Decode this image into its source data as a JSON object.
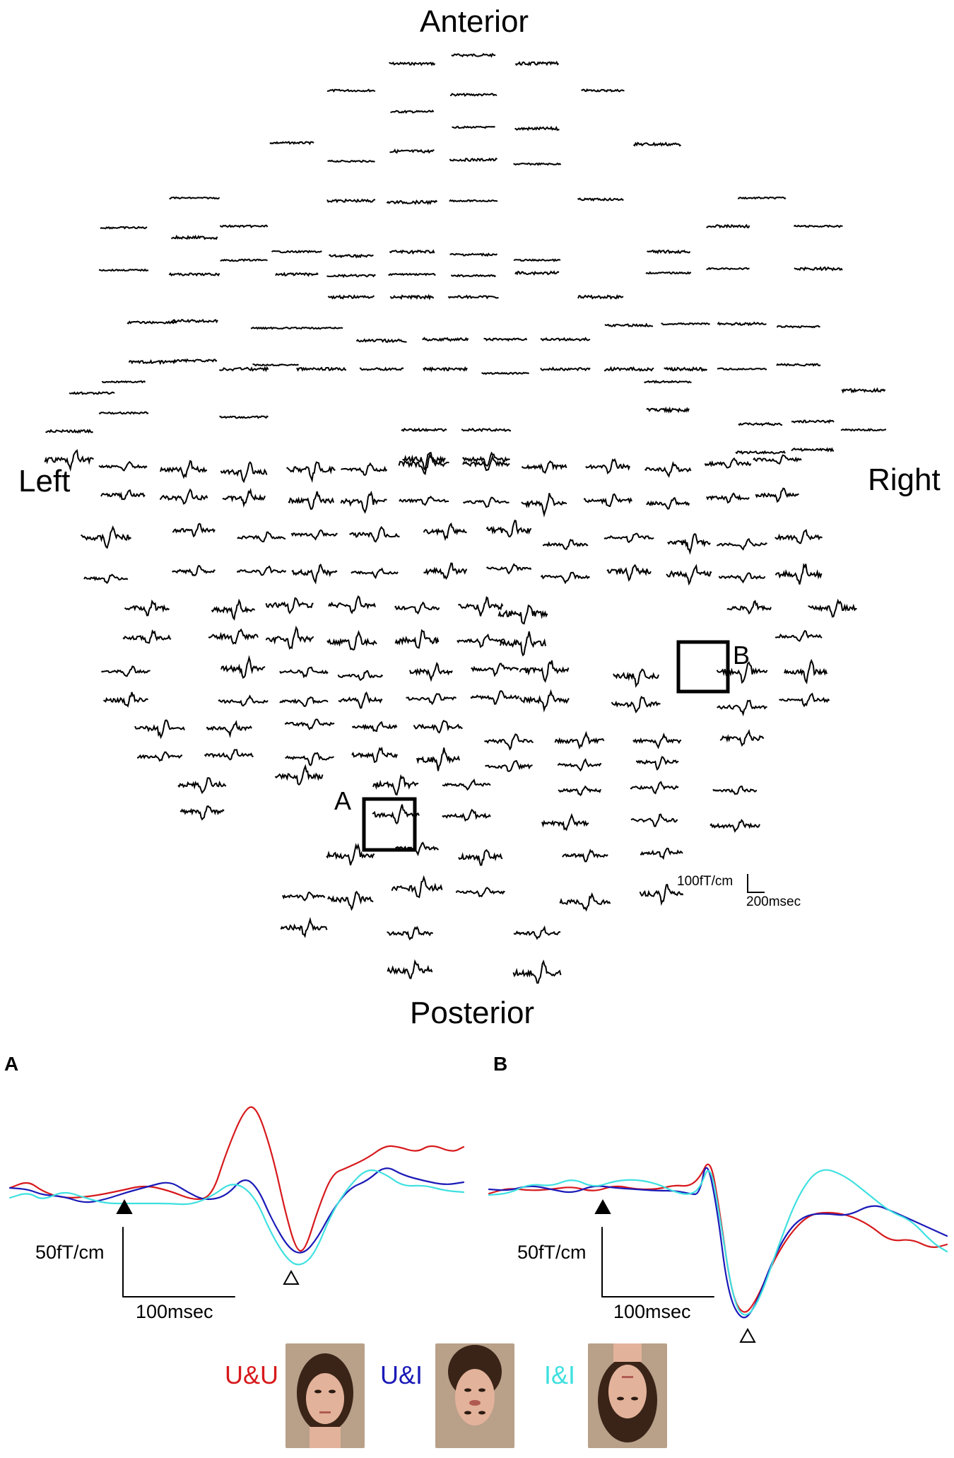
{
  "top_map": {
    "orientation": {
      "anterior": "Anterior",
      "posterior": "Posterior",
      "left": "Left",
      "right": "Right"
    },
    "boxes": [
      {
        "label": "A"
      },
      {
        "label": "B"
      }
    ],
    "scale_bar": {
      "amplitude": "100fT/cm",
      "time": "200msec"
    },
    "trace_color": "#000000"
  },
  "panels": [
    {
      "id": "A",
      "letter": "A",
      "scale_amplitude": "50fT/cm",
      "scale_time": "100msec"
    },
    {
      "id": "B",
      "letter": "B",
      "scale_amplitude": "50fT/cm",
      "scale_time": "100msec"
    }
  ],
  "markers": {
    "filled": "stimulus onset marker (filled triangle)",
    "open": "peak marker (open triangle)"
  },
  "conditions": [
    {
      "label": "U&U",
      "color": "#d7191c"
    },
    {
      "label": "U&I",
      "color": "#1a1ab8"
    },
    {
      "label": "I&I",
      "color": "#3fe0e0"
    }
  ]
}
